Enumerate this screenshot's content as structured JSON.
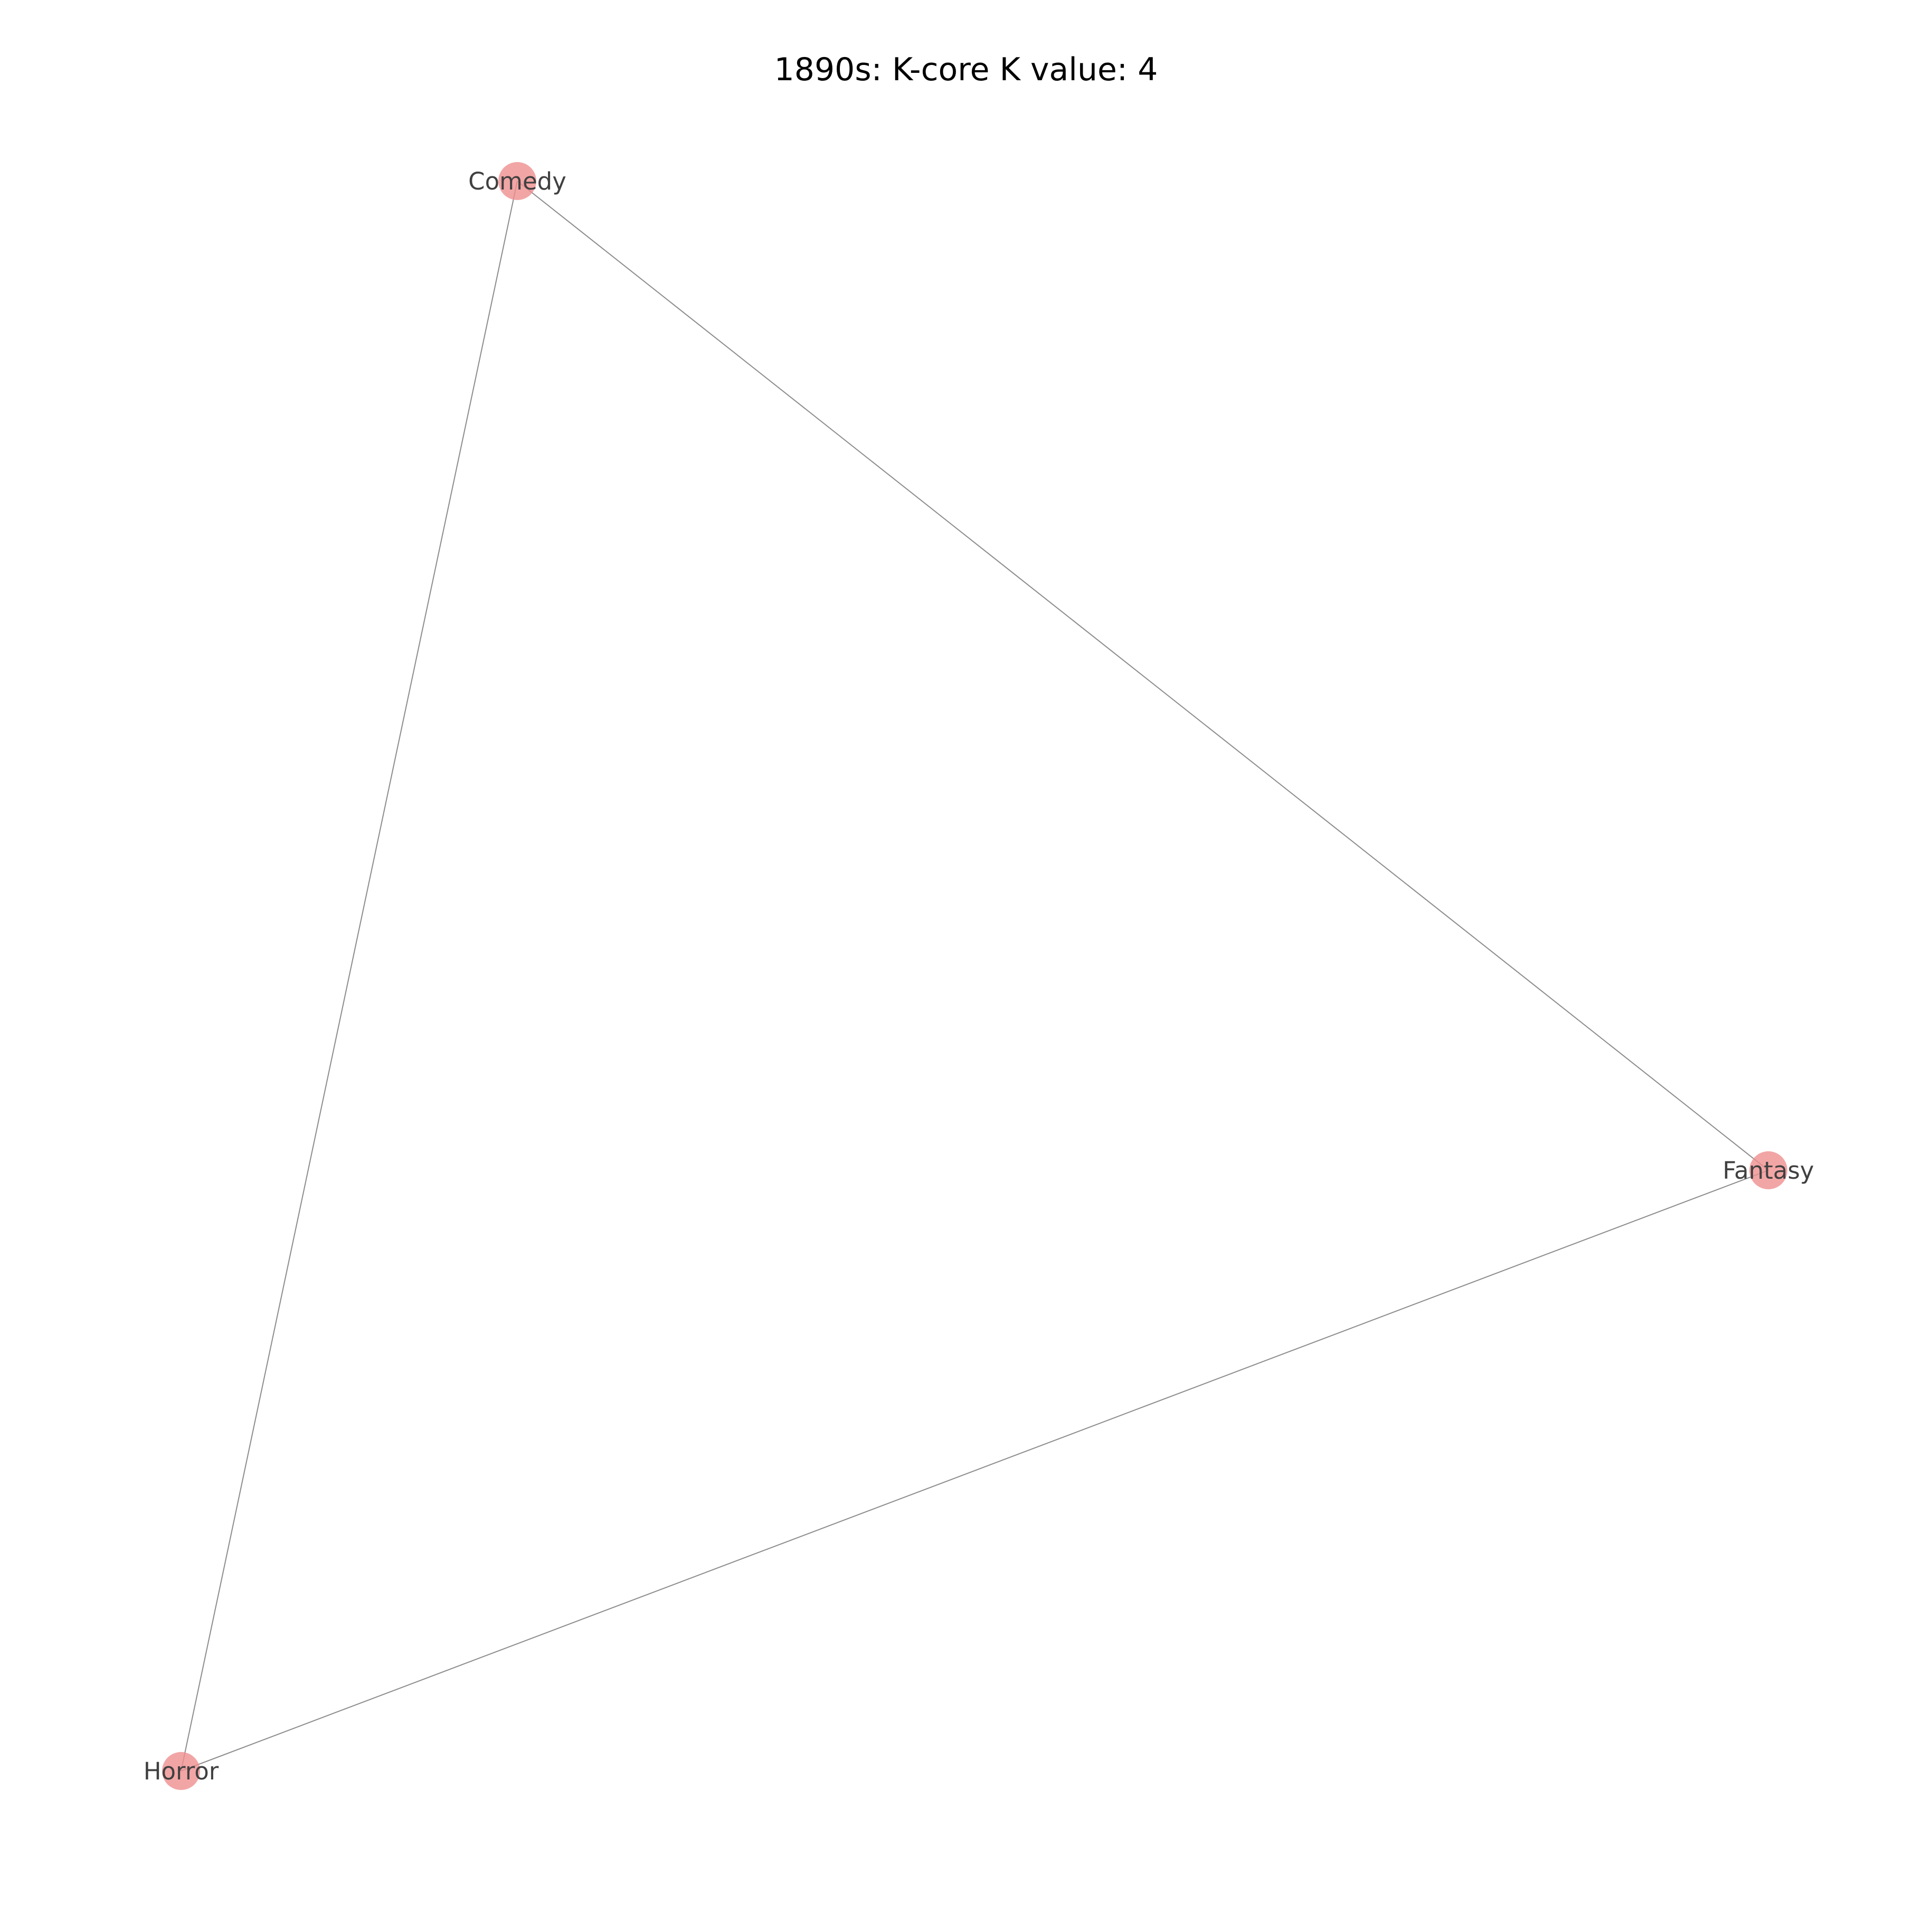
{
  "title": "1890s: K-core K value: 4",
  "colors": {
    "node_fill": "#ef8f8f",
    "edge_stroke": "#8c8c8c",
    "label_text": "#404040",
    "background": "#ffffff"
  },
  "graph": {
    "nodes": [
      {
        "id": "Comedy",
        "label": "Comedy"
      },
      {
        "id": "Fantasy",
        "label": "Fantasy"
      },
      {
        "id": "Horror",
        "label": "Horror"
      }
    ],
    "edges": [
      {
        "source": "Comedy",
        "target": "Fantasy"
      },
      {
        "source": "Comedy",
        "target": "Horror"
      },
      {
        "source": "Fantasy",
        "target": "Horror"
      }
    ]
  }
}
